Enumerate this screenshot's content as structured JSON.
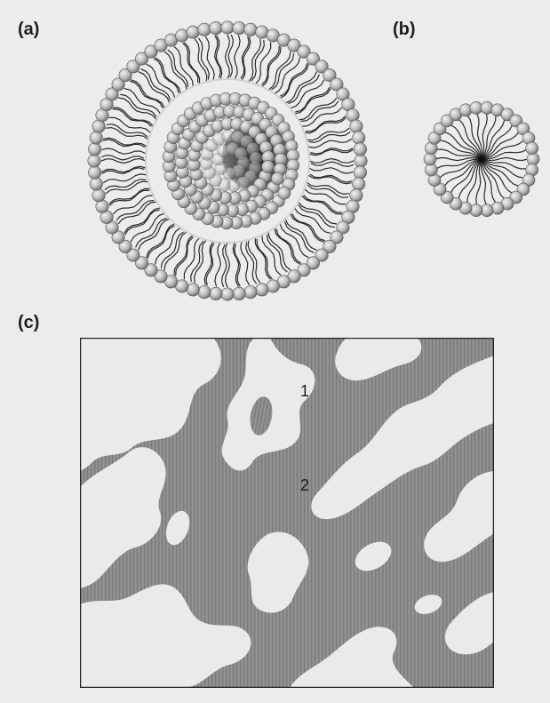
{
  "panels": {
    "a": {
      "label": "(a)"
    },
    "b": {
      "label": "(b)"
    },
    "c": {
      "label": "(c)",
      "region_labels": [
        "1",
        "2"
      ]
    }
  },
  "colors": {
    "background": "#ececec",
    "head_light": "#f2f2f2",
    "head_dark": "#6e6e6e",
    "tail": "#2a2a2a",
    "core": "#3a3a3a",
    "domain_dark": "#8c8c8c",
    "domain_light": "#eaeaea",
    "frame": "#222222"
  }
}
